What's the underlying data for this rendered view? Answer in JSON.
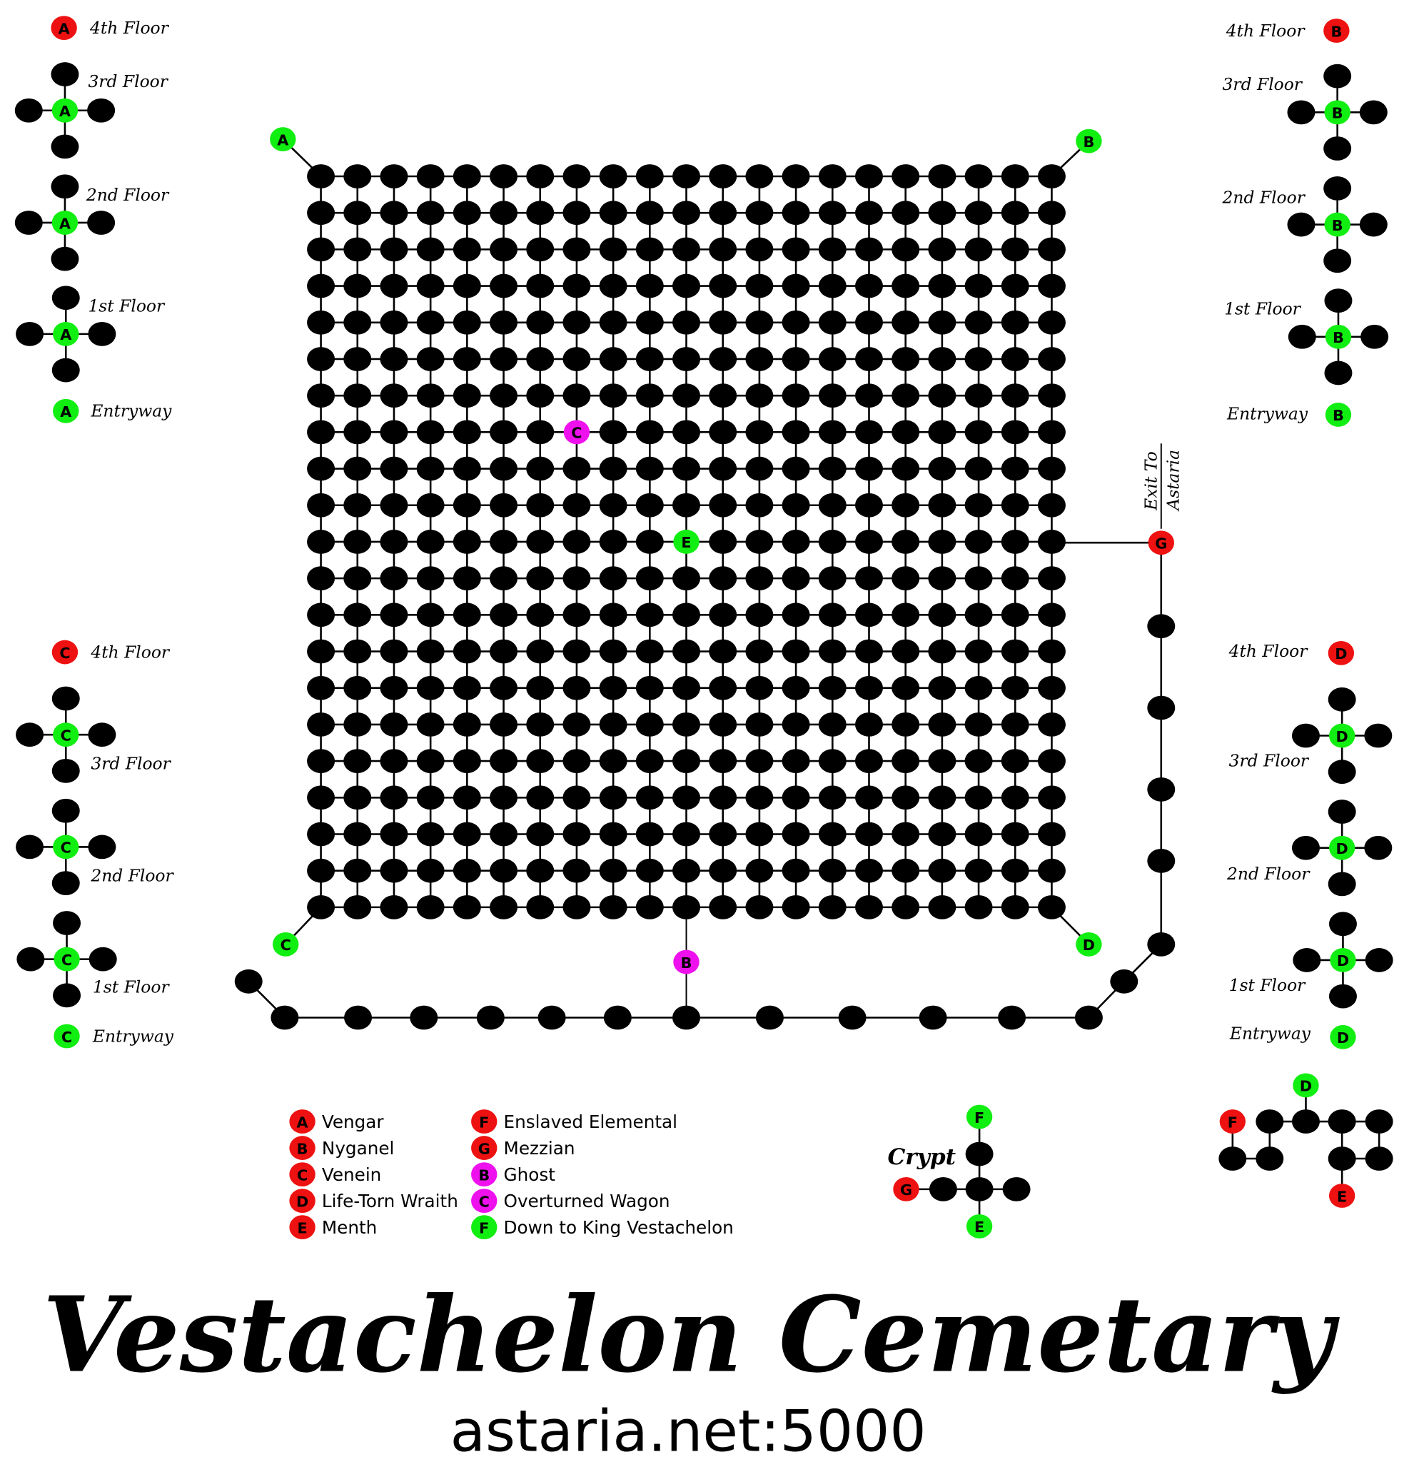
{
  "title": "Vestachelon Cemetary",
  "subtitle": "astaria.net:5000",
  "exit_label": {
    "line1": "Exit To",
    "line2": "Astaria"
  },
  "floors": {
    "f4": "4th Floor",
    "f3": "3rd Floor",
    "f2": "2nd Floor",
    "f1": "1st Floor",
    "entry": "Entryway"
  },
  "crypt_label": "Crypt",
  "markers": {
    "A": "A",
    "B": "B",
    "C": "C",
    "D": "D",
    "E": "E",
    "F": "F",
    "G": "G"
  },
  "colors": {
    "red": "#ee1111",
    "green": "#11ee11",
    "magenta": "#ee11ee",
    "node": "#000000"
  },
  "legend": {
    "left": [
      {
        "key": "A",
        "label": "Vengar",
        "color": "red"
      },
      {
        "key": "B",
        "label": "Nyganel",
        "color": "red"
      },
      {
        "key": "C",
        "label": "Venein",
        "color": "red"
      },
      {
        "key": "D",
        "label": "Life-Torn Wraith",
        "color": "red"
      },
      {
        "key": "E",
        "label": "Menth",
        "color": "red"
      }
    ],
    "right": [
      {
        "key": "F",
        "label": "Enslaved Elemental",
        "color": "red"
      },
      {
        "key": "G",
        "label": "Mezzian",
        "color": "red"
      },
      {
        "key": "B",
        "label": "Ghost",
        "color": "magenta"
      },
      {
        "key": "C",
        "label": "Overturned Wagon",
        "color": "magenta"
      },
      {
        "key": "F",
        "label": "Down to King Vestachelon",
        "color": "green"
      }
    ]
  }
}
